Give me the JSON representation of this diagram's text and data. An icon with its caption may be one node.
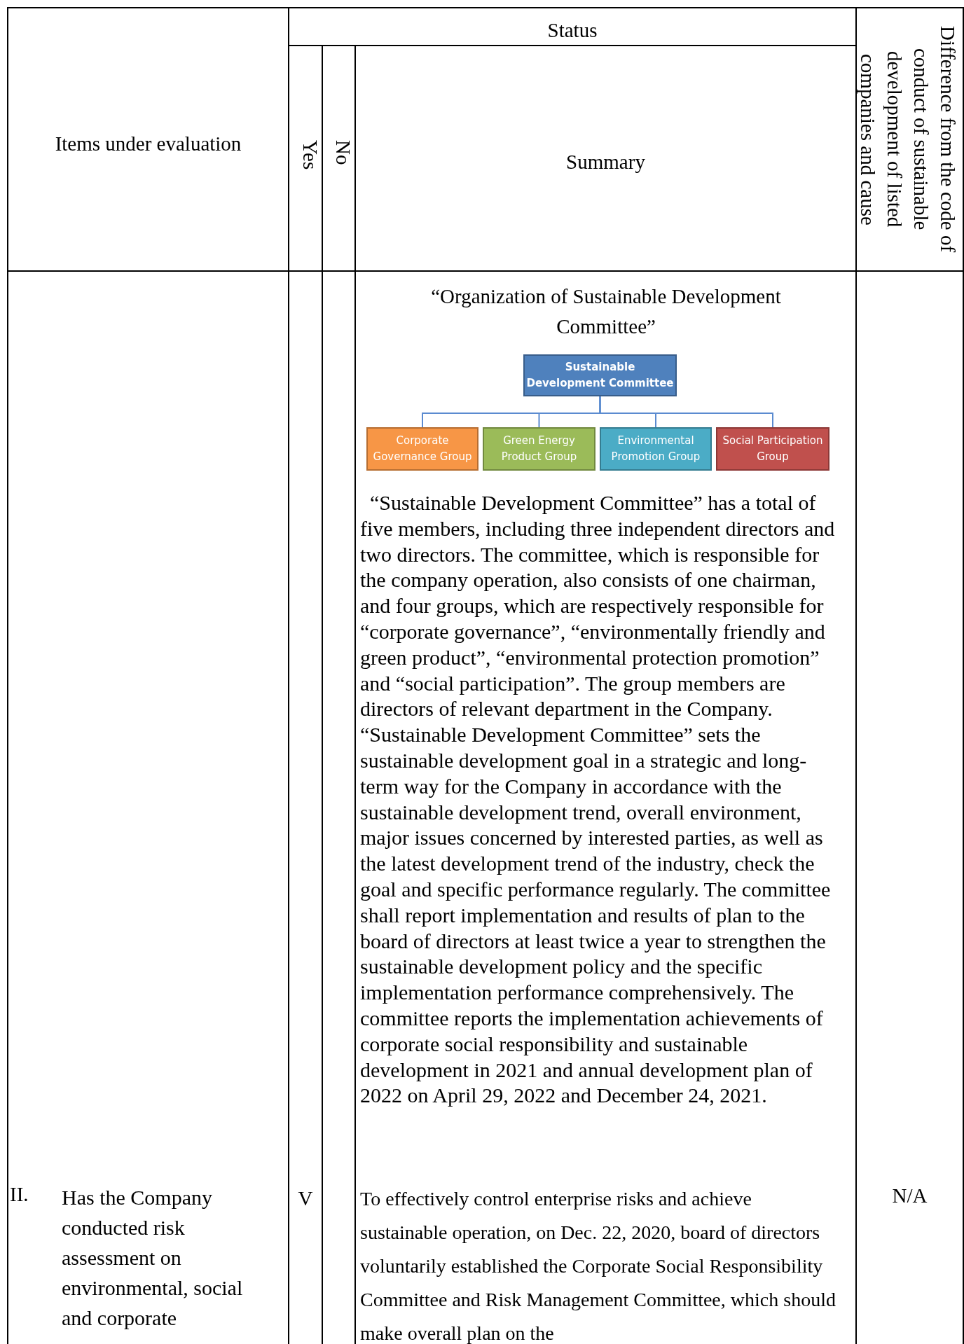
{
  "diagram": {
    "nodes": [
      {
        "text": [
          "Sustainable Development Committee"
        ]
      },
      {
        "text": [
          "Corporate Governance Group"
        ]
      },
      {
        "text": [
          "Green Energy Product Group"
        ]
      },
      {
        "text": [
          "Environmental Promotion Group"
        ]
      },
      {
        "text": [
          "Social Participation Group"
        ]
      }
    ],
    "edges": [
      {
        "from": 0,
        "to": 1,
        "arrow": "none"
      },
      {
        "from": 0,
        "to": 2,
        "arrow": "none"
      },
      {
        "from": 0,
        "to": 3,
        "arrow": "none"
      },
      {
        "from": 0,
        "to": 4,
        "arrow": "none"
      }
    ],
    "labels": [
      "Items under evaluation",
      "Status",
      "Yes",
      "No",
      "Summary",
      "Difference from the code of conduct of sustainable development of listed companies and cause",
      "“Organization of Sustainable Development Committee”",
      "“Sustainable Development Committee” has a total of five members, including three independent directors and two directors. The committee, which is responsible for the company operation, also consists of one chairman, and four groups, which are respectively responsible for “corporate governance”, “environmentally friendly and green product”, “environmental protection promotion” and “social participation”. The group members are directors of relevant department in the Company. “Sustainable Development Committee” sets the sustainable development goal in a strategic and long-term way for the Company in accordance with the sustainable development trend, overall environment, major issues concerned by interested parties, as well as the latest development trend of the industry, check the goal and specific performance regularly. The committee shall report implementation and results of plan to the board of directors at least twice a year to strengthen the sustainable development policy and the specific implementation performance comprehensively. The committee reports the implementation achievements of corporate social responsibility and sustainable development in 2021 and annual development plan of 2022 on April 29, 2022 and December 24, 2021.",
      "II.",
      "Has the Company conducted risk assessment on environmental, social and corporate",
      "V",
      "To effectively control enterprise risks and achieve sustainable operation, on Dec. 22, 2020, board of directors voluntarily established the Corporate Social Responsibility Committee and Risk Management Committee, which should make overall plan on the",
      "N/A"
    ]
  }
}
